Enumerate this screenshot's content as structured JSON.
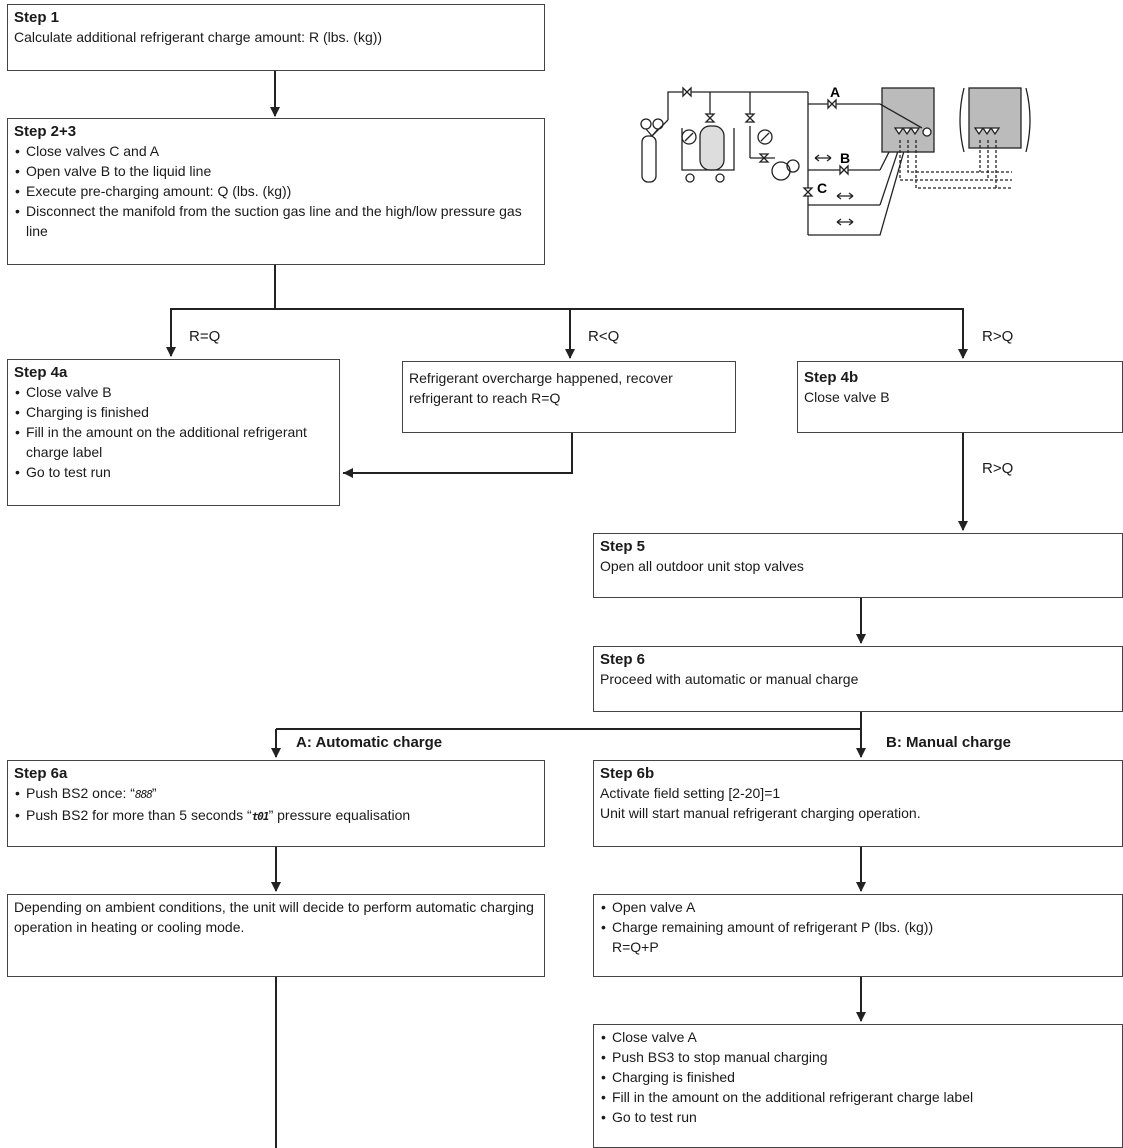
{
  "step1": {
    "title": "Step 1",
    "lines": [
      "Calculate additional refrigerant charge amount: R (lbs. (kg))"
    ]
  },
  "step23": {
    "title": "Step 2+3",
    "bullets": [
      "Close valves C and A",
      "Open valve B to the liquid line",
      "Execute pre-charging amount: Q (lbs. (kg))",
      "Disconnect the manifold from the suction gas line and the high/low pressure gas line"
    ]
  },
  "branches": {
    "eq": "R=Q",
    "lt": "R<Q",
    "gt": "R>Q",
    "gt2": "R>Q"
  },
  "step4a": {
    "title": "Step 4a",
    "bullets": [
      "Close valve B",
      "Charging is finished",
      "Fill in the amount on the additional refrigerant charge label",
      "Go to test run"
    ]
  },
  "overcharge": {
    "lines": [
      "Refrigerant overcharge happened, recover refrigerant to reach R=Q"
    ]
  },
  "step4b": {
    "title": "Step 4b",
    "lines": [
      "Close valve B"
    ]
  },
  "step5": {
    "title": "Step 5",
    "lines": [
      "Open all outdoor unit stop valves"
    ]
  },
  "step6": {
    "title": "Step 6",
    "lines": [
      "Proceed with automatic or manual charge"
    ]
  },
  "charge_modes": {
    "auto": "A: Automatic charge",
    "manual": "B: Manual charge"
  },
  "step6a": {
    "title": "Step 6a",
    "bullet1_prefix": "Push BS2 once: “",
    "bullet1_display": "888",
    "bullet1_suffix": "”",
    "bullet2_prefix": "Push BS2 for more than 5 seconds “",
    "bullet2_display": "t01",
    "bullet2_suffix": "” pressure equalisation"
  },
  "step6b": {
    "title": "Step 6b",
    "lines": [
      "Activate field setting [2-20]=1",
      "Unit will start manual refrigerant charging operation."
    ]
  },
  "auto_op": {
    "lines": [
      "Depending on ambient conditions, the unit will decide to perform automatic charging operation in heating or cooling mode."
    ]
  },
  "open_a": {
    "bullets": [
      "Open valve A",
      "Charge remaining amount of refrigerant P (lbs. (kg))"
    ],
    "formula": "R=Q+P"
  },
  "close_a": {
    "bullets": [
      "Close valve A",
      "Push BS3 to stop manual charging",
      "Charging is finished",
      "Fill in the amount on the additional refrigerant charge label",
      "Go to test run"
    ]
  },
  "schematic": {
    "labels": [
      "A",
      "B",
      "C"
    ]
  }
}
